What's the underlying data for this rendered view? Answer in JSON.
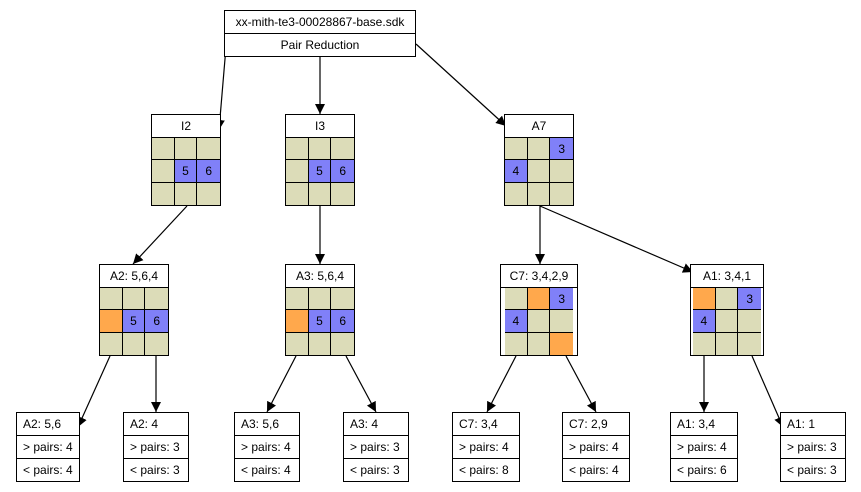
{
  "root": {
    "title": "xx-mith-te3-00028867-base.sdk",
    "subtitle": "Pair Reduction"
  },
  "colors": {
    "empty": "#dcdcb8",
    "blue": "#8080f8",
    "orange": "#ffa84c"
  },
  "nodes": {
    "i2": {
      "label": "I2",
      "cells": [
        "",
        "",
        "",
        "",
        "5",
        "6",
        "",
        "",
        ""
      ],
      "blue": [
        4,
        5
      ],
      "orange": []
    },
    "i3": {
      "label": "I3",
      "cells": [
        "",
        "",
        "",
        "",
        "5",
        "6",
        "",
        "",
        ""
      ],
      "blue": [
        4,
        5
      ],
      "orange": []
    },
    "a7": {
      "label": "A7",
      "cells": [
        "",
        "",
        "3",
        "4",
        "",
        "",
        "",
        "",
        ""
      ],
      "blue": [
        2,
        3
      ],
      "orange": []
    },
    "a2": {
      "label": "A2: 5,6,4",
      "cells": [
        "",
        "",
        "",
        "",
        "5",
        "6",
        "",
        "",
        ""
      ],
      "blue": [
        4,
        5
      ],
      "orange": [
        3
      ]
    },
    "a3": {
      "label": "A3: 5,6,4",
      "cells": [
        "",
        "",
        "",
        "",
        "5",
        "6",
        "",
        "",
        ""
      ],
      "blue": [
        4,
        5
      ],
      "orange": [
        3
      ]
    },
    "c7": {
      "label": "C7: 3,4,2,9",
      "cells": [
        "",
        "",
        "3",
        "4",
        "",
        "",
        "",
        "",
        ""
      ],
      "blue": [
        2,
        3
      ],
      "orange": [
        1,
        8
      ]
    },
    "a1": {
      "label": "A1: 3,4,1",
      "cells": [
        "",
        "",
        "3",
        "4",
        "",
        "",
        "",
        "",
        ""
      ],
      "blue": [
        2,
        3
      ],
      "orange": [
        0
      ]
    }
  },
  "leaves": {
    "a2_56": {
      "label": "A2: 5,6",
      "gt": "> pairs: 4",
      "lt": "< pairs: 4"
    },
    "a2_4": {
      "label": "A2: 4",
      "gt": "> pairs: 3",
      "lt": "< pairs: 3"
    },
    "a3_56": {
      "label": "A3: 5,6",
      "gt": "> pairs: 4",
      "lt": "< pairs: 4"
    },
    "a3_4": {
      "label": "A3: 4",
      "gt": "> pairs: 3",
      "lt": "< pairs: 3"
    },
    "c7_34": {
      "label": "C7: 3,4",
      "gt": "> pairs: 4",
      "lt": "< pairs: 8"
    },
    "c7_29": {
      "label": "C7: 2,9",
      "gt": "> pairs: 4",
      "lt": "< pairs: 4"
    },
    "a1_34": {
      "label": "A1: 3,4",
      "gt": "> pairs: 4",
      "lt": "< pairs: 6"
    },
    "a1_1": {
      "label": "A1: 1",
      "gt": "> pairs: 3",
      "lt": "< pairs: 3"
    }
  }
}
